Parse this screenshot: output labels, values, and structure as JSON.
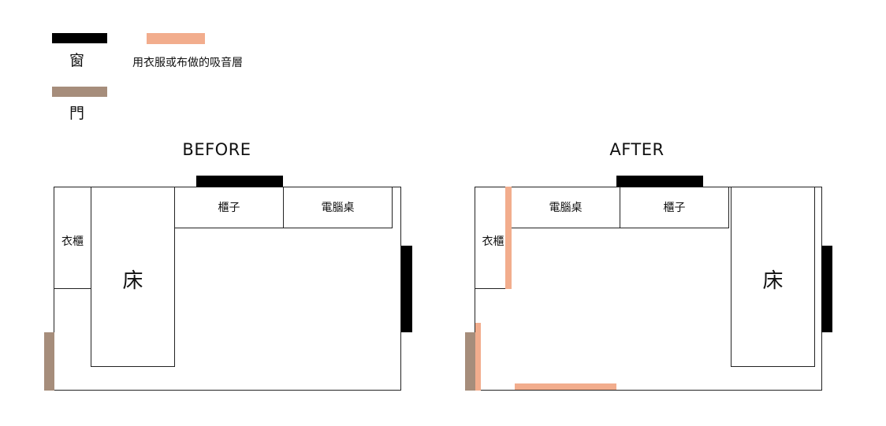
{
  "colors": {
    "window": "#000000",
    "door": "#a68d7b",
    "absorber": "#f2ad8d",
    "wall": "#222222"
  },
  "legend": {
    "window_label": "窗",
    "door_label": "門",
    "absorber_label": "用衣服或布做的吸音層"
  },
  "before": {
    "title": "BEFORE",
    "wardrobe": "衣櫃",
    "bed": "床",
    "cabinet": "櫃子",
    "desk": "電腦桌"
  },
  "after": {
    "title": "AFTER",
    "wardrobe": "衣櫃",
    "bed": "床",
    "cabinet": "櫃子",
    "desk": "電腦桌"
  }
}
